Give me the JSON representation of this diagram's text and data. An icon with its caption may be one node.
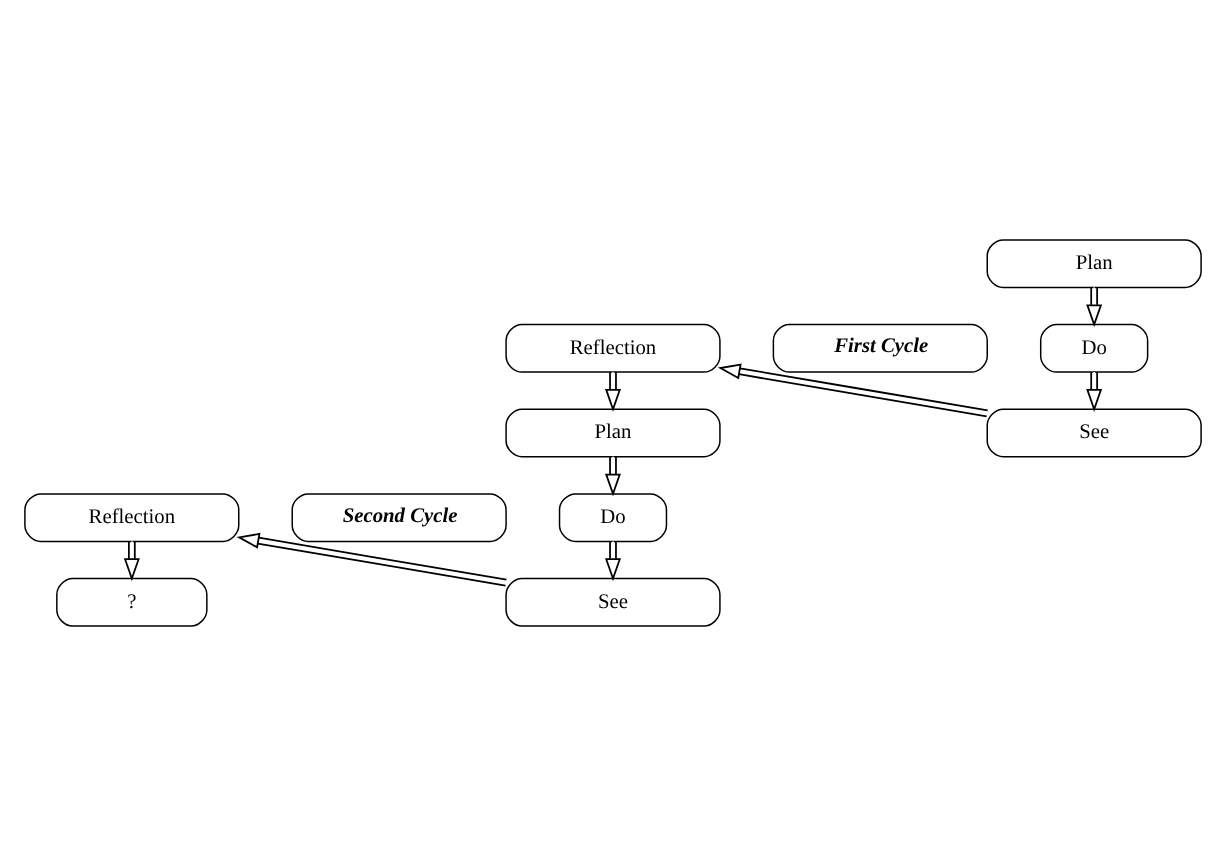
{
  "diagram": {
    "nodes": [
      {
        "text": [
          "Plan"
        ]
      },
      {
        "text": [
          "Reflection"
        ]
      },
      {
        "text": [
          "First Cycle"
        ]
      },
      {
        "text": [
          "Do"
        ]
      },
      {
        "text": [
          "See"
        ]
      },
      {
        "text": [
          "Plan"
        ]
      },
      {
        "text": [
          "Reflection"
        ]
      },
      {
        "text": [
          "Second Cycle"
        ]
      },
      {
        "text": [
          "Do"
        ]
      },
      {
        "text": [
          "See"
        ]
      },
      {
        "text": [
          "?"
        ]
      }
    ],
    "edges": [
      {
        "from": 0,
        "to": 3,
        "arrow": "to"
      },
      {
        "from": 3,
        "to": 4,
        "arrow": "to"
      },
      {
        "from": 4,
        "to": 1,
        "arrow": "to"
      },
      {
        "from": 1,
        "to": 5,
        "arrow": "to"
      },
      {
        "from": 5,
        "to": 8,
        "arrow": "to"
      },
      {
        "from": 8,
        "to": 9,
        "arrow": "to"
      },
      {
        "from": 9,
        "to": 6,
        "arrow": "to"
      },
      {
        "from": 6,
        "to": 10,
        "arrow": "to"
      }
    ]
  }
}
